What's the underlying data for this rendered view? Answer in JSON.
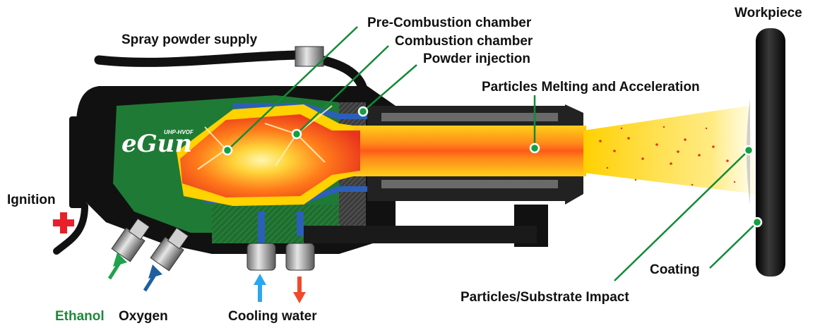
{
  "labels": {
    "spray_powder_supply": "Spray powder supply",
    "pre_combustion_chamber": "Pre-Combustion chamber",
    "combustion_chamber": "Combustion chamber",
    "powder_injection": "Powder injection",
    "particles_melting": "Particles Melting and Acceleration",
    "workpiece": "Workpiece",
    "ignition": "Ignition",
    "coating": "Coating",
    "particles_substrate_impact": "Particles/Substrate Impact",
    "ethanol": "Ethanol",
    "oxygen": "Oxygen",
    "cooling_water": "Cooling water"
  },
  "logo": {
    "main": "eGun",
    "sub": "UHP-HVOF"
  },
  "colors": {
    "leader_green": "#128a37",
    "ethanol_green": "#1e8a3a",
    "gun_body": "#111111",
    "gun_green": "#1f7a35",
    "cooling_blue": "#2c5fb8",
    "flame_yellow": "#ffd200",
    "flame_red": "#e8341c",
    "ignition_red": "#e8202a",
    "cold_water_arrow": "#2aa7ef",
    "hot_water_arrow": "#f04a2a",
    "oxygen_arrow": "#1f5fa0"
  },
  "icons": [
    "plus-icon",
    "arrow-up-icon",
    "arrow-down-icon"
  ]
}
